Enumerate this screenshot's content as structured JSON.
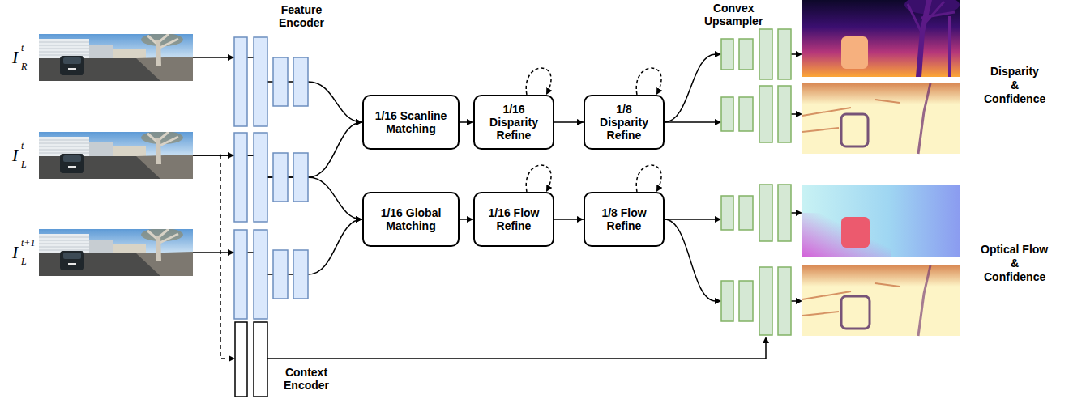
{
  "diagram": {
    "nodes": [
      {
        "text": [
          "I",
          "R",
          "t"
        ]
      },
      {
        "text": [
          "I",
          "L",
          "t"
        ]
      },
      {
        "text": [
          "I",
          "L",
          "t+1"
        ]
      },
      {
        "text": [
          "1/16 Scanline Matching"
        ]
      },
      {
        "text": [
          "1/16 Disparity Refine"
        ]
      },
      {
        "text": [
          "1/8 Disparity Refine"
        ]
      },
      {
        "text": [
          "1/16 Global Matching"
        ]
      },
      {
        "text": [
          "1/16 Flow Refine"
        ]
      },
      {
        "text": [
          "1/8 Flow Refine"
        ]
      }
    ],
    "edges": [
      {
        "from": 0,
        "to": 3,
        "arrow": "to"
      },
      {
        "from": 1,
        "to": 3,
        "arrow": "to"
      },
      {
        "from": 1,
        "to": 6,
        "arrow": "to"
      },
      {
        "from": 2,
        "to": 6,
        "arrow": "to"
      },
      {
        "from": 3,
        "to": 4,
        "arrow": "to"
      },
      {
        "from": 4,
        "to": 4,
        "arrow": "to"
      },
      {
        "from": 4,
        "to": 5,
        "arrow": "to"
      },
      {
        "from": 5,
        "to": 5,
        "arrow": "to"
      },
      {
        "from": 6,
        "to": 7,
        "arrow": "to"
      },
      {
        "from": 7,
        "to": 7,
        "arrow": "to"
      },
      {
        "from": 7,
        "to": 8,
        "arrow": "to"
      },
      {
        "from": 8,
        "to": 8,
        "arrow": "to"
      }
    ],
    "labels": [
      "Feature Encoder",
      "Convex Upsampler",
      "Disparity",
      "&",
      "Confidence",
      "Optical Flow",
      "&",
      "Confidence",
      "Context Encoder"
    ]
  }
}
